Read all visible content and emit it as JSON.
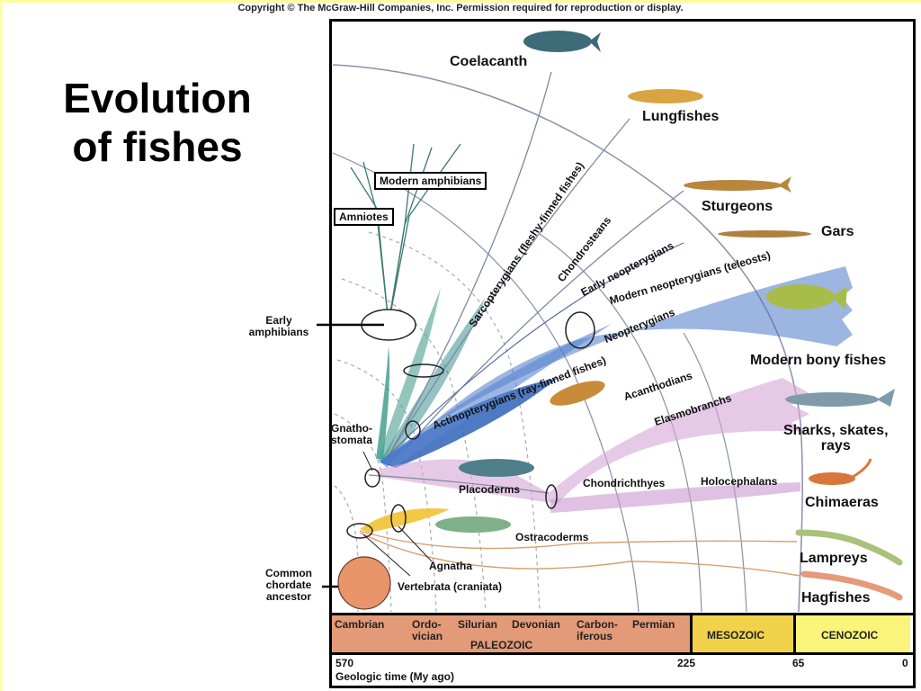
{
  "header": {
    "copyright": "Copyright © The McGraw-Hill Companies, Inc. Permission required for reproduction or display."
  },
  "slide": {
    "title_line1": "Evolution",
    "title_line2": "of fishes"
  },
  "side_labels": {
    "early_amphibians": [
      "Early",
      "amphibians"
    ],
    "gnathostomata": [
      "Gnatho-",
      "stomata"
    ],
    "common_ancestor": [
      "Common",
      "chordate",
      "ancestor"
    ]
  },
  "boxed_labels": {
    "modern_amphibians": "Modern amphibians",
    "amniotes": "Amniotes"
  },
  "living_groups": [
    {
      "id": "coelacanth",
      "label": "Coelacanth",
      "color": "#3d6b78"
    },
    {
      "id": "lungfishes",
      "label": "Lungfishes",
      "color": "#d9a441"
    },
    {
      "id": "sturgeons",
      "label": "Sturgeons",
      "color": "#b8863c"
    },
    {
      "id": "gars",
      "label": "Gars",
      "color": "#b08040"
    },
    {
      "id": "modern-bony-fishes",
      "label": "Modern bony fishes",
      "color": "#9fb64a"
    },
    {
      "id": "sharks",
      "label_line1": "Sharks, skates,",
      "label_line2": "rays",
      "color": "#7f9aa8"
    },
    {
      "id": "chimaeras",
      "label": "Chimaeras",
      "color": "#d9773a"
    },
    {
      "id": "lampreys",
      "label": "Lampreys",
      "color": "#a8c27a"
    },
    {
      "id": "hagfishes",
      "label": "Hagfishes",
      "color": "#e59a7a"
    }
  ],
  "branch_labels": {
    "sarcopterygians": "Sarcopterygians (fleshy-finned fishes)",
    "chondrosteans": "Chondrosteans",
    "early_neopterygians": "Early neopterygians",
    "modern_neopterygians": "Modern neopterygians (teleosts)",
    "neopterygians": "Neopterygians",
    "actinopterygians": "Actinopterygians (ray-finned fishes)",
    "acanthodians": "Acanthodians",
    "elasmobranchs": "Elasmobranchs",
    "chondrichthyes": "Chondrichthyes",
    "holocephalans": "Holocephalans",
    "placoderms": "Placoderms",
    "ostracoderms": "Ostracoderms",
    "agnatha": "Agnatha",
    "vertebrata": "Vertebrata (craniata)"
  },
  "timeline": {
    "periods": [
      {
        "label": "Cambrian"
      },
      {
        "label_line1": "Ordo-",
        "label_line2": "vician"
      },
      {
        "label": "Silurian"
      },
      {
        "label": "Devonian"
      },
      {
        "label_line1": "Carbon-",
        "label_line2": "iferous"
      },
      {
        "label": "Permian"
      }
    ],
    "eras": {
      "paleozoic": "PALEOZOIC",
      "mesozoic": "MESOZOIC",
      "cenozoic": "CENOZOIC"
    },
    "colors": {
      "paleozoic": "#e39a79",
      "mesozoic": "#f2d24a",
      "cenozoic": "#fbf47a"
    },
    "ticks": [
      "570",
      "225",
      "65",
      "0"
    ],
    "axis_label": "Geologic time (My ago)"
  }
}
